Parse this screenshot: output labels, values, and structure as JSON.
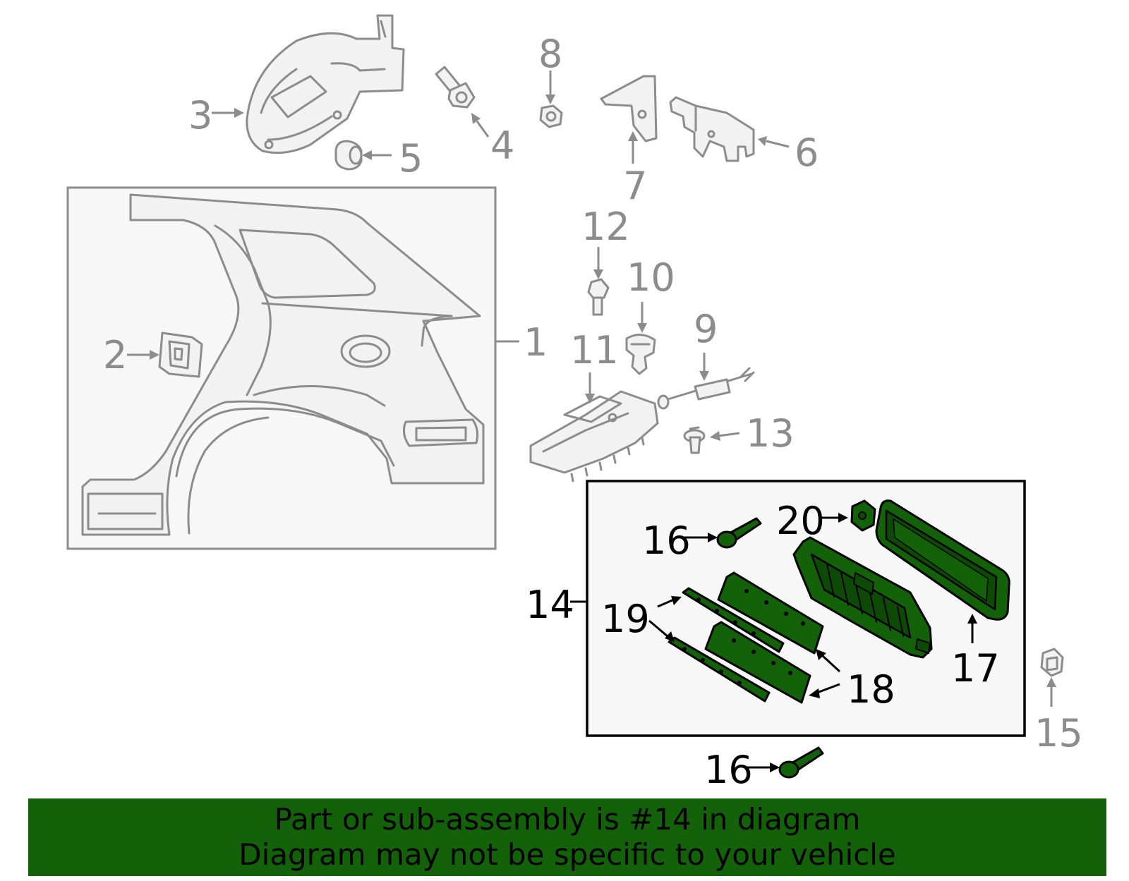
{
  "callouts": {
    "c1": "1",
    "c2": "2",
    "c3": "3",
    "c4": "4",
    "c5": "5",
    "c6": "6",
    "c7": "7",
    "c8": "8",
    "c9": "9",
    "c10": "10",
    "c11": "11",
    "c12": "12",
    "c13": "13",
    "c14": "14",
    "c15": "15",
    "c16a": "16",
    "c16b": "16",
    "c17": "17",
    "c18": "18",
    "c19": "19",
    "c20": "20"
  },
  "highlight_color": "#136109",
  "banner": {
    "line1": "Part or sub-assembly is #14 in diagram",
    "line2": "Diagram may not be specific to your vehicle"
  }
}
